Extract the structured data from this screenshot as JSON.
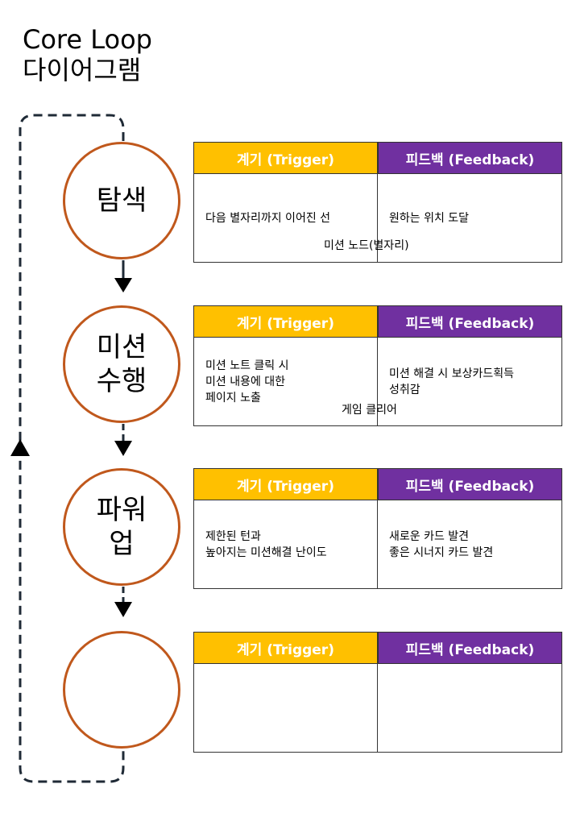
{
  "title": {
    "line1": "Core Loop",
    "line2": "다이어그램"
  },
  "colors": {
    "trigger": "#ffc000",
    "feedback": "#7030a0",
    "circle_border": "#c0581c",
    "line": "#1f2a36"
  },
  "loop_direction_icon": "up-arrow",
  "stages": [
    {
      "name": "탐색",
      "trigger_header": "계기 (Trigger)",
      "feedback_header": "피드백 (Feedback)",
      "trigger_text": "다음 별자리까지 이어진 선",
      "feedback_text": "원하는 위치 도달",
      "note": "미션 노드(별자리)"
    },
    {
      "name": "미션\n수행",
      "trigger_header": "계기 (Trigger)",
      "feedback_header": "피드백 (Feedback)",
      "trigger_text": "미션 노트 클릭 시\n미션 내용에 대한\n페이지 노출",
      "feedback_text": "미션 해결 시 보상카드획득\n성취감",
      "note": "게임 클리어"
    },
    {
      "name": "파워\n업",
      "trigger_header": "계기 (Trigger)",
      "feedback_header": "피드백 (Feedback)",
      "trigger_text": "제한된 턴과\n높아지는 미션해결 난이도",
      "feedback_text": "새로운 카드 발견\n좋은 시너지 카드 발견",
      "note": ""
    },
    {
      "name": "",
      "trigger_header": "계기 (Trigger)",
      "feedback_header": "피드백 (Feedback)",
      "trigger_text": "",
      "feedback_text": "",
      "note": ""
    }
  ]
}
